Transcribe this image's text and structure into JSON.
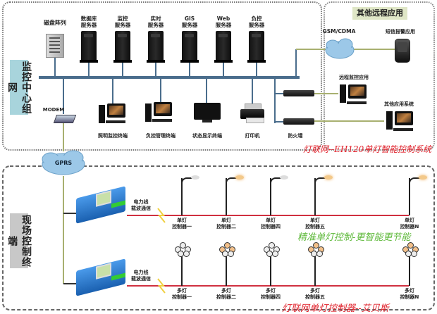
{
  "title": "灯联网--EH120单灯智能控制系统",
  "colors": {
    "bus_line": "#4a6d8c",
    "wan_line": "#a8b070",
    "power_line": "#d03040",
    "caption_red": "#e0202a",
    "caption_green": "#5cb838",
    "section_label_bg_top": "#a8d4dc",
    "section_label_bg_bottom": "#c8c8c8",
    "remote_title_bg": "#dfe6c6",
    "cloud": "#9cc8e8",
    "controller": "#2a7fd6"
  },
  "monitoring_center": {
    "label": "监控中心组网",
    "servers": [
      {
        "name": "storage",
        "label": "磁盘阵列"
      },
      {
        "name": "database",
        "label": "数据库\n服务器"
      },
      {
        "name": "monitor",
        "label": "监控\n服务器"
      },
      {
        "name": "realtime",
        "label": "实时\n服务器"
      },
      {
        "name": "gis",
        "label": "GIS\n服务器"
      },
      {
        "name": "web",
        "label": "Web\n服务器"
      },
      {
        "name": "load-control",
        "label": "负控\n服务器"
      }
    ],
    "modem_label": "MODEM",
    "terminals": [
      {
        "name": "lighting-monitor",
        "label": "照明监控终端"
      },
      {
        "name": "load-management",
        "label": "负控管理终端"
      },
      {
        "name": "status-display",
        "label": "状态显示终端"
      },
      {
        "name": "printer",
        "label": "打印机"
      },
      {
        "name": "firewall",
        "label": "防火墙"
      }
    ]
  },
  "remote_apps": {
    "title": "其他远程应用",
    "gsm_label": "GSM/CDMA",
    "sms_label": "短信报警应用",
    "remote_monitor_label": "远程监控应用",
    "other_system_label": "其他应用系统"
  },
  "gprs_label": "GPRS",
  "field_terminals": {
    "label": "现场控制终端",
    "plc_label": "电力线\n载波通信",
    "single_lamps": [
      {
        "label": "单灯\n控制器一",
        "lit": false
      },
      {
        "label": "单灯\n控制器二",
        "lit": true
      },
      {
        "label": "单灯\n控制器四",
        "lit": false
      },
      {
        "label": "单灯\n控制器五",
        "lit": true
      },
      {
        "label": "单灯\n控制器N",
        "lit": true
      }
    ],
    "multi_lamps": [
      {
        "label": "多灯\n控制器一",
        "lit": false
      },
      {
        "label": "多灯\n控制器二",
        "lit": true
      },
      {
        "label": "多灯\n控制器四",
        "lit": false
      },
      {
        "label": "多灯\n控制器五",
        "lit": true
      },
      {
        "label": "多灯\n控制器N",
        "lit": true
      }
    ]
  },
  "captions": {
    "system": "灯联网--EH120单灯智能控制系统",
    "slogan": "精准单灯控制-更智能更节能",
    "product": "灯联网单灯控制器--艾贝斯"
  }
}
